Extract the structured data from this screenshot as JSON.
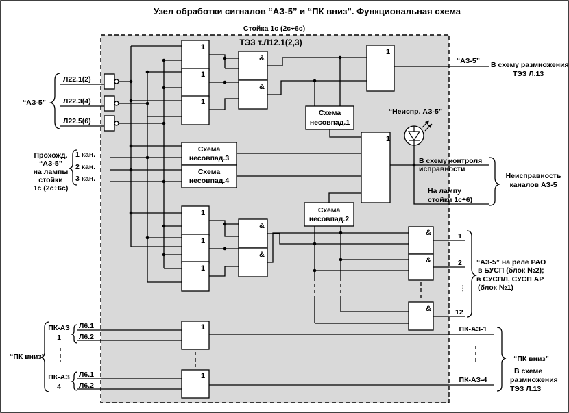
{
  "title": "Узел обработки сигналов “АЗ-5” и “ПК вниз”. Функциональная схема",
  "rack_label": "Стойка 1с (2с÷6с)",
  "teb_label": "ТЭЗ т.Л12.1(2,3)",
  "gate_or": "1",
  "gate_and": "&",
  "inputs": {
    "az5_label": "“АЗ-5”",
    "l22_1": "Л22.1(2)",
    "l22_3": "Л22.3(4)",
    "l22_5": "Л22.5(6)",
    "pass_lines": [
      "Прохожд.",
      "“АЗ-5”",
      "на лампы",
      "стойки",
      "1с (2с÷6с)"
    ],
    "ch1": "1 кан.",
    "ch2": "2 кан.",
    "ch3": "3 кан.",
    "pk_down": "“ПК вниз”",
    "pk_az1": [
      "ПК-АЗ",
      "1"
    ],
    "pk_az4": [
      "ПК-АЗ",
      "4"
    ],
    "l6_1": "Л6.1",
    "l6_2": "Л6.2"
  },
  "blocks": {
    "mismatch1": [
      "Схема",
      "несовпад.1"
    ],
    "mismatch2": [
      "Схема",
      "несовпад.2"
    ],
    "mismatch3": [
      "Схема",
      "несовпад.3"
    ],
    "mismatch4": [
      "Схема",
      "несовпад.4"
    ]
  },
  "outputs": {
    "az5_out": "“АЗ-5”",
    "multiply_l13": [
      "В схему размножения",
      "ТЭЗ Л.13"
    ],
    "fault_lamp": "“Неиспр. АЗ-5”",
    "health_check": [
      "В схему контроля",
      "исправности"
    ],
    "to_lamp": [
      "На лампу",
      "стойки 1с÷6)"
    ],
    "fault_channels": [
      "Неисправность",
      "каналов АЗ-5"
    ],
    "relay_nums": [
      "1",
      "2",
      "12"
    ],
    "relay_dots": "⋮",
    "relay_desc": [
      "“АЗ-5” на реле РАО",
      "в БУСП (блок №2);",
      "в СУСПЛ, СУСП АР",
      "(блок №1)"
    ],
    "pk_az1_out": "ПК-АЗ-1",
    "pk_az4_out": "ПК-АЗ-4",
    "pk_down_out": "“ПК вниз”",
    "multiply_l13_b": [
      "В схеме",
      "размножения",
      "ТЭЗ Л.13"
    ]
  },
  "colors": {
    "rack_fill": "#d9d9d9",
    "line": "#000000",
    "background": "#ffffff"
  },
  "icons": [
    "led-diode-icon",
    "light-rays-icon"
  ]
}
